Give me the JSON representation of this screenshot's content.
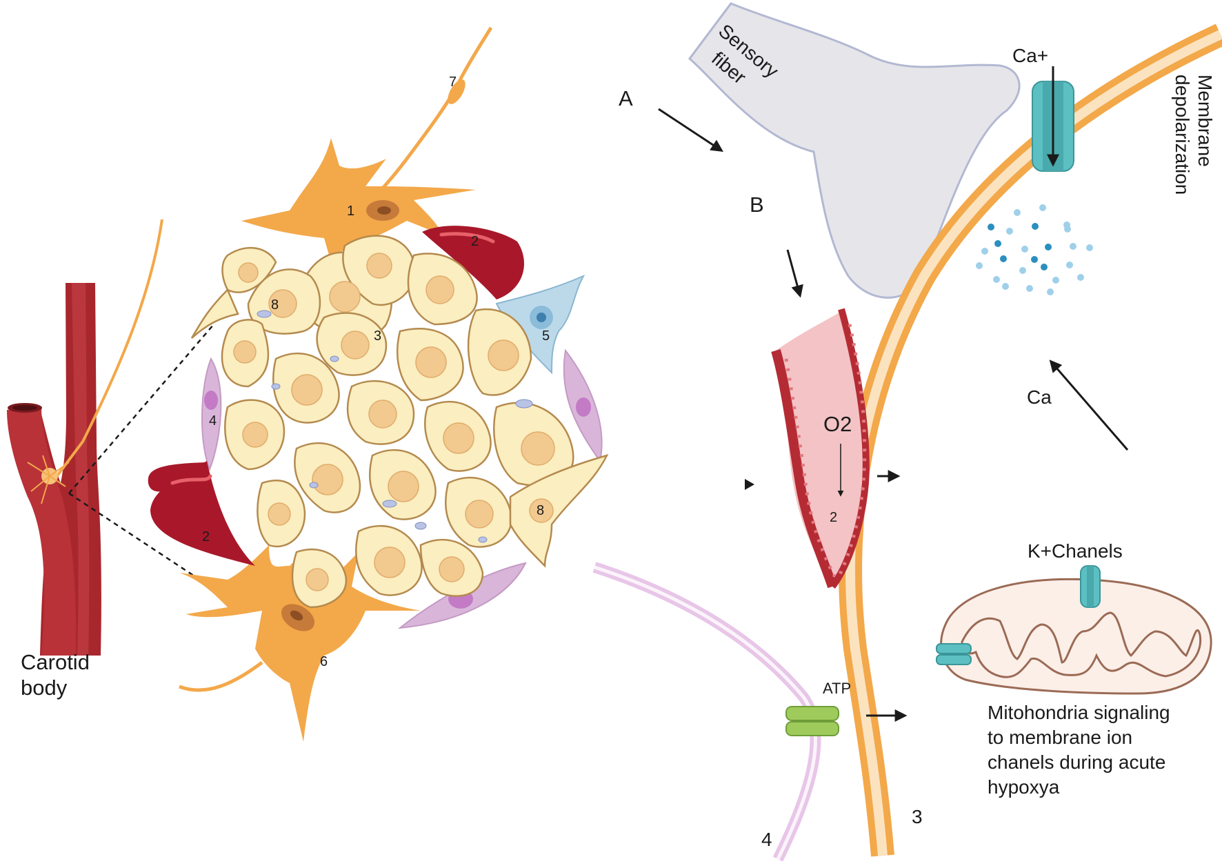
{
  "labels": {
    "carotid_line1": "Carotid",
    "carotid_line2": "body",
    "sensory_line1": "Sensory",
    "sensory_line2": "fiber",
    "membrane_line1": "Membrane",
    "membrane_line2": "depolarization",
    "ca_plus": "Ca+",
    "ca": "Ca",
    "k_channels": "K+Chanels",
    "o2": "O2",
    "o2_num": "2",
    "atp": "ATP",
    "letter_a": "A",
    "letter_b": "B",
    "fiber_num_3": "3",
    "fiber_num_4": "4",
    "mito_line1": "Mitohondria signaling",
    "mito_line2": "to membrane ion",
    "mito_line3": "chanels during acute",
    "mito_line4": "hypoxya"
  },
  "cell_numbers": {
    "n1": "1",
    "n2a": "2",
    "n2b": "2",
    "n3": "3",
    "n4": "4",
    "n5": "5",
    "n6": "6",
    "n7": "7",
    "n8a": "8",
    "n8b": "8"
  },
  "colors": {
    "vessel": "#a8272d",
    "vessel_light": "#c9454b",
    "glomus_fill": "#fbeec0",
    "glomus_stroke": "#b48a4e",
    "nucleus": "#f2c98f",
    "neuron": "#f3a84a",
    "rbc": "#a8182a",
    "pericyte": "#d9b6d9",
    "blue_cell": "#bcd9ea",
    "sensory_fiber": "#e6e6ea",
    "membrane": "#f3a84a",
    "membrane_inner": "#fbe3c0",
    "channel": "#5cc0c3",
    "atp_channel": "#9ecb5c",
    "mito_fill": "#fbefe8",
    "mito_stroke": "#9b6a55",
    "pink_fiber": "#e8c6e8"
  }
}
